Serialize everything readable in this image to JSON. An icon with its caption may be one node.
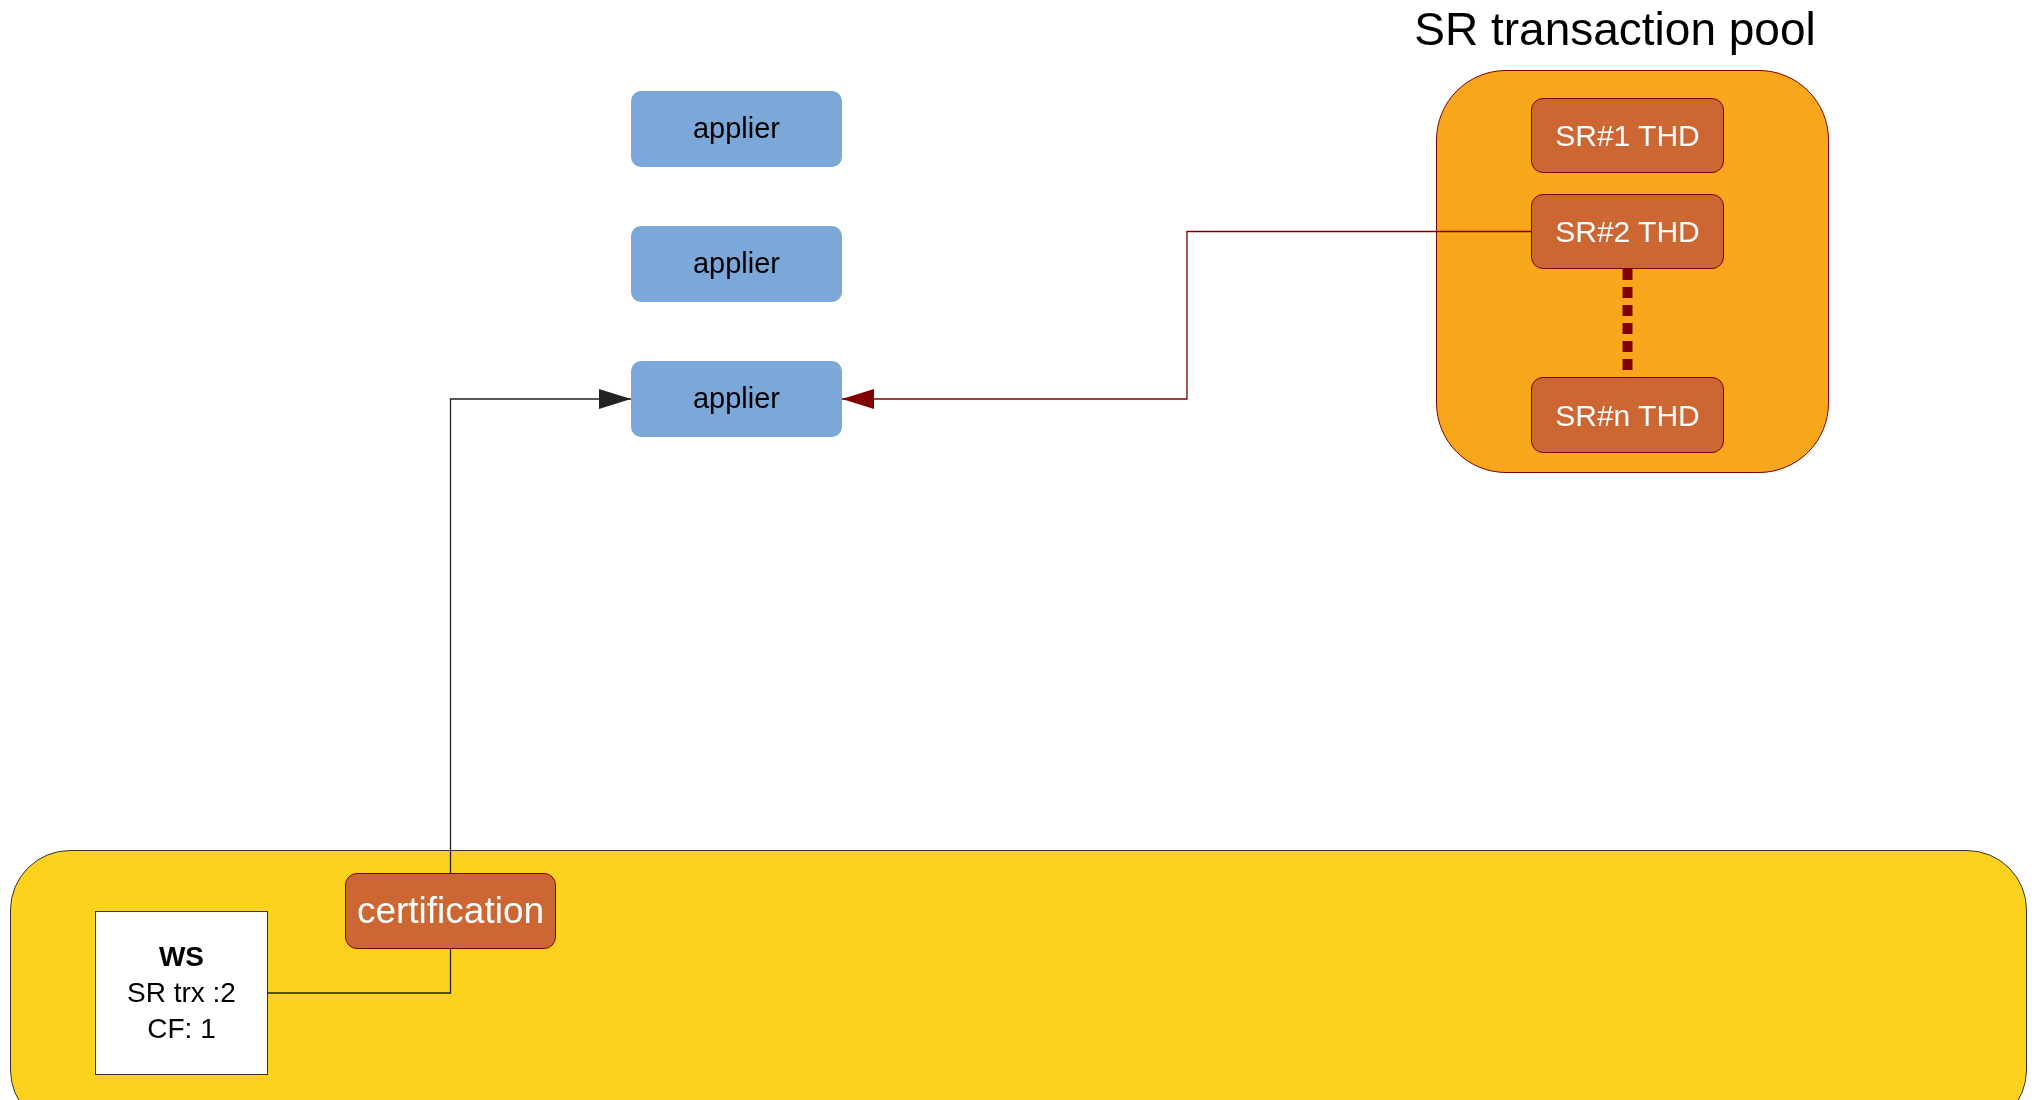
{
  "diagram": {
    "nodes": [
      {
        "text": [
          "applier"
        ]
      },
      {
        "text": [
          "applier"
        ]
      },
      {
        "text": [
          "applier"
        ]
      },
      {
        "text": [
          "SR transaction pool"
        ]
      },
      {
        "text": [
          "SR#1 THD"
        ],
        "in": 3
      },
      {
        "text": [
          "SR#2 THD"
        ],
        "in": 3
      },
      {
        "text": [
          "SR#n THD"
        ],
        "in": 3
      },
      {
        "text": [],
        "shape": "box"
      },
      {
        "text": [
          "certification"
        ],
        "in": 7
      },
      {
        "text": [
          "WS",
          "SR trx :2",
          "CF: 1"
        ],
        "in": 7
      }
    ],
    "edges": [
      {
        "from": 9,
        "to": 8,
        "arrow": "none"
      },
      {
        "from": 8,
        "to": 2,
        "arrow": "to"
      },
      {
        "from": 5,
        "to": 2,
        "arrow": "to",
        "color": "#800000"
      },
      {
        "from": 5,
        "to": 6,
        "arrow": "none",
        "style": "dashed",
        "color": "#800000"
      }
    ]
  }
}
